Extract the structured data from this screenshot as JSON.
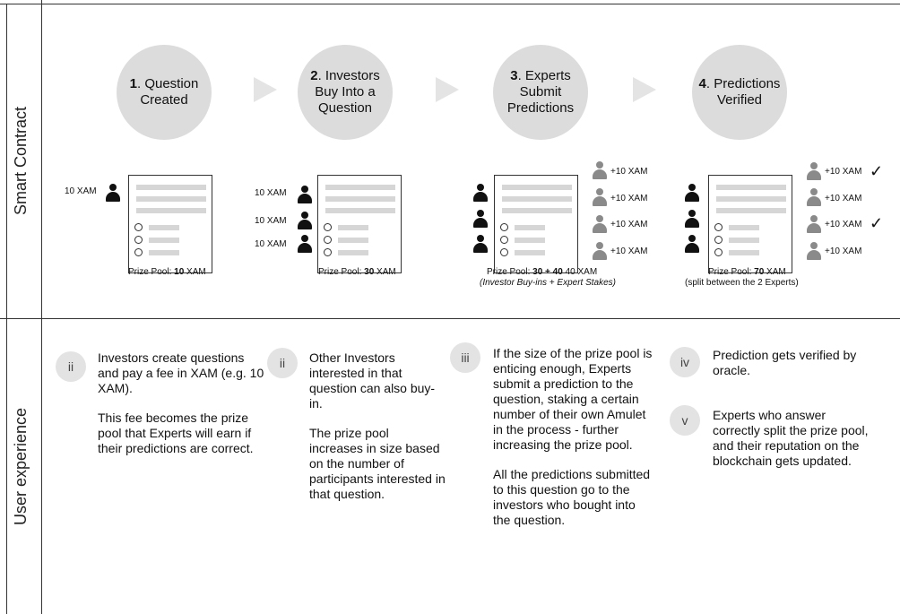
{
  "rows": {
    "smart_contract": "Smart Contract",
    "user_experience": "User experience"
  },
  "steps": [
    {
      "num": "1",
      "text": "Question Created"
    },
    {
      "num": "2",
      "text": "Investors Buy Into a Question"
    },
    {
      "num": "3",
      "text": "Experts Submit Predictions"
    },
    {
      "num": "4",
      "text": "Predictions Verified"
    }
  ],
  "labels": {
    "xam10": "10 XAM",
    "plus10": "+10 XAM"
  },
  "pools": [
    {
      "prefix": "Prize Pool: ",
      "value": "10",
      "suffix": " XAM",
      "note": ""
    },
    {
      "prefix": "Prize Pool: ",
      "value": "30",
      "suffix": " XAM",
      "note": ""
    },
    {
      "prefix": "Prize Pool: ",
      "value": "30 + 40",
      "suffix": " 40 XAM",
      "note": "(Investor Buy-ins + Expert Stakes)"
    },
    {
      "prefix": "Prize Pool: ",
      "value": "70",
      "suffix": " XAM",
      "note": "(split between the 2 Experts)"
    }
  ],
  "check_icon": "✓",
  "ux": [
    {
      "badge": "ii",
      "paras": [
        "Investors create questions and pay a fee in XAM (e.g. 10 XAM).",
        "This fee becomes the prize pool that Experts will earn if their predictions are correct."
      ]
    },
    {
      "badge": "ii",
      "paras": [
        "Other Investors interested in that question can also buy-in.",
        "The prize pool increases in size based on the number of participants interested in that question."
      ]
    },
    {
      "badge": "iii",
      "paras": [
        "If the size of the prize pool is enticing enough, Experts submit a prediction to the question, staking a certain number of their own Amulet in the process - further increasing the prize pool.",
        "All the predictions submitted to this question go to the investors who bought into the question."
      ]
    },
    {
      "badge": "iv",
      "paras": [
        "Prediction gets verified by oracle."
      ]
    },
    {
      "badge": "v",
      "paras": [
        "Experts who answer correctly split the prize pool, and their reputation on the blockchain gets updated."
      ]
    }
  ]
}
